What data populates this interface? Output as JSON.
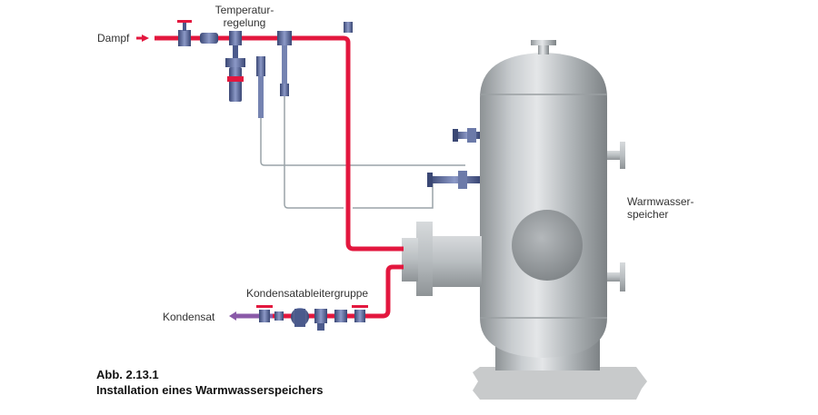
{
  "labels": {
    "dampf": "Dampf",
    "temperaturregelung_line1": "Temperatur-",
    "temperaturregelung_line2": "regelung",
    "warmwasserspeicher_line1": "Warmwasser-",
    "warmwasserspeicher_line2": "speicher",
    "kondensatableitergruppe": "Kondensatableitergruppe",
    "kondensat": "Kondensat"
  },
  "caption": {
    "number": "Abb. 2.13.1",
    "title": "Installation eines Warmwasserspeichers"
  },
  "colors": {
    "steam_pipe": "#e3173e",
    "condensate_pipe": "#8a5aa8",
    "capillary_line": "#9aa3a8",
    "tank_metal": "#b4b9bd",
    "component_blue": "#4b5a8c",
    "ground": "#c8cacb"
  }
}
